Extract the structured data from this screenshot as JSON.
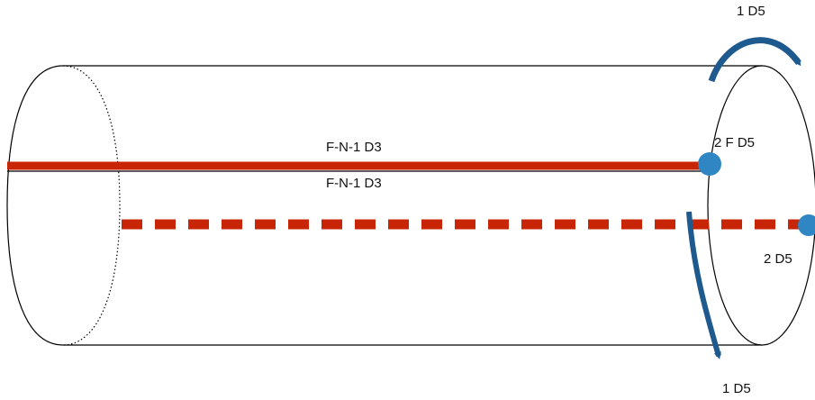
{
  "labels": {
    "top_arrow": "1 D5",
    "bottom_arrow": "1 D5",
    "upper_line_top": "F-N-1 D3",
    "upper_line_bottom": "F-N-1 D3",
    "upper_node": "2 F D5",
    "lower_node": "2 D5"
  },
  "colors": {
    "outline": "#000000",
    "solid_line": "#c82506",
    "dashed_line": "#c82506",
    "node_fill": "#2f86c3",
    "arrow": "#1e5a8e"
  },
  "elements": {
    "solid_line_style": "solid",
    "dashed_line_style": "dashed",
    "near_end_hidden_edge": "dotted",
    "arrows": [
      "clockwise-top-right",
      "downward-bottom-right"
    ]
  }
}
